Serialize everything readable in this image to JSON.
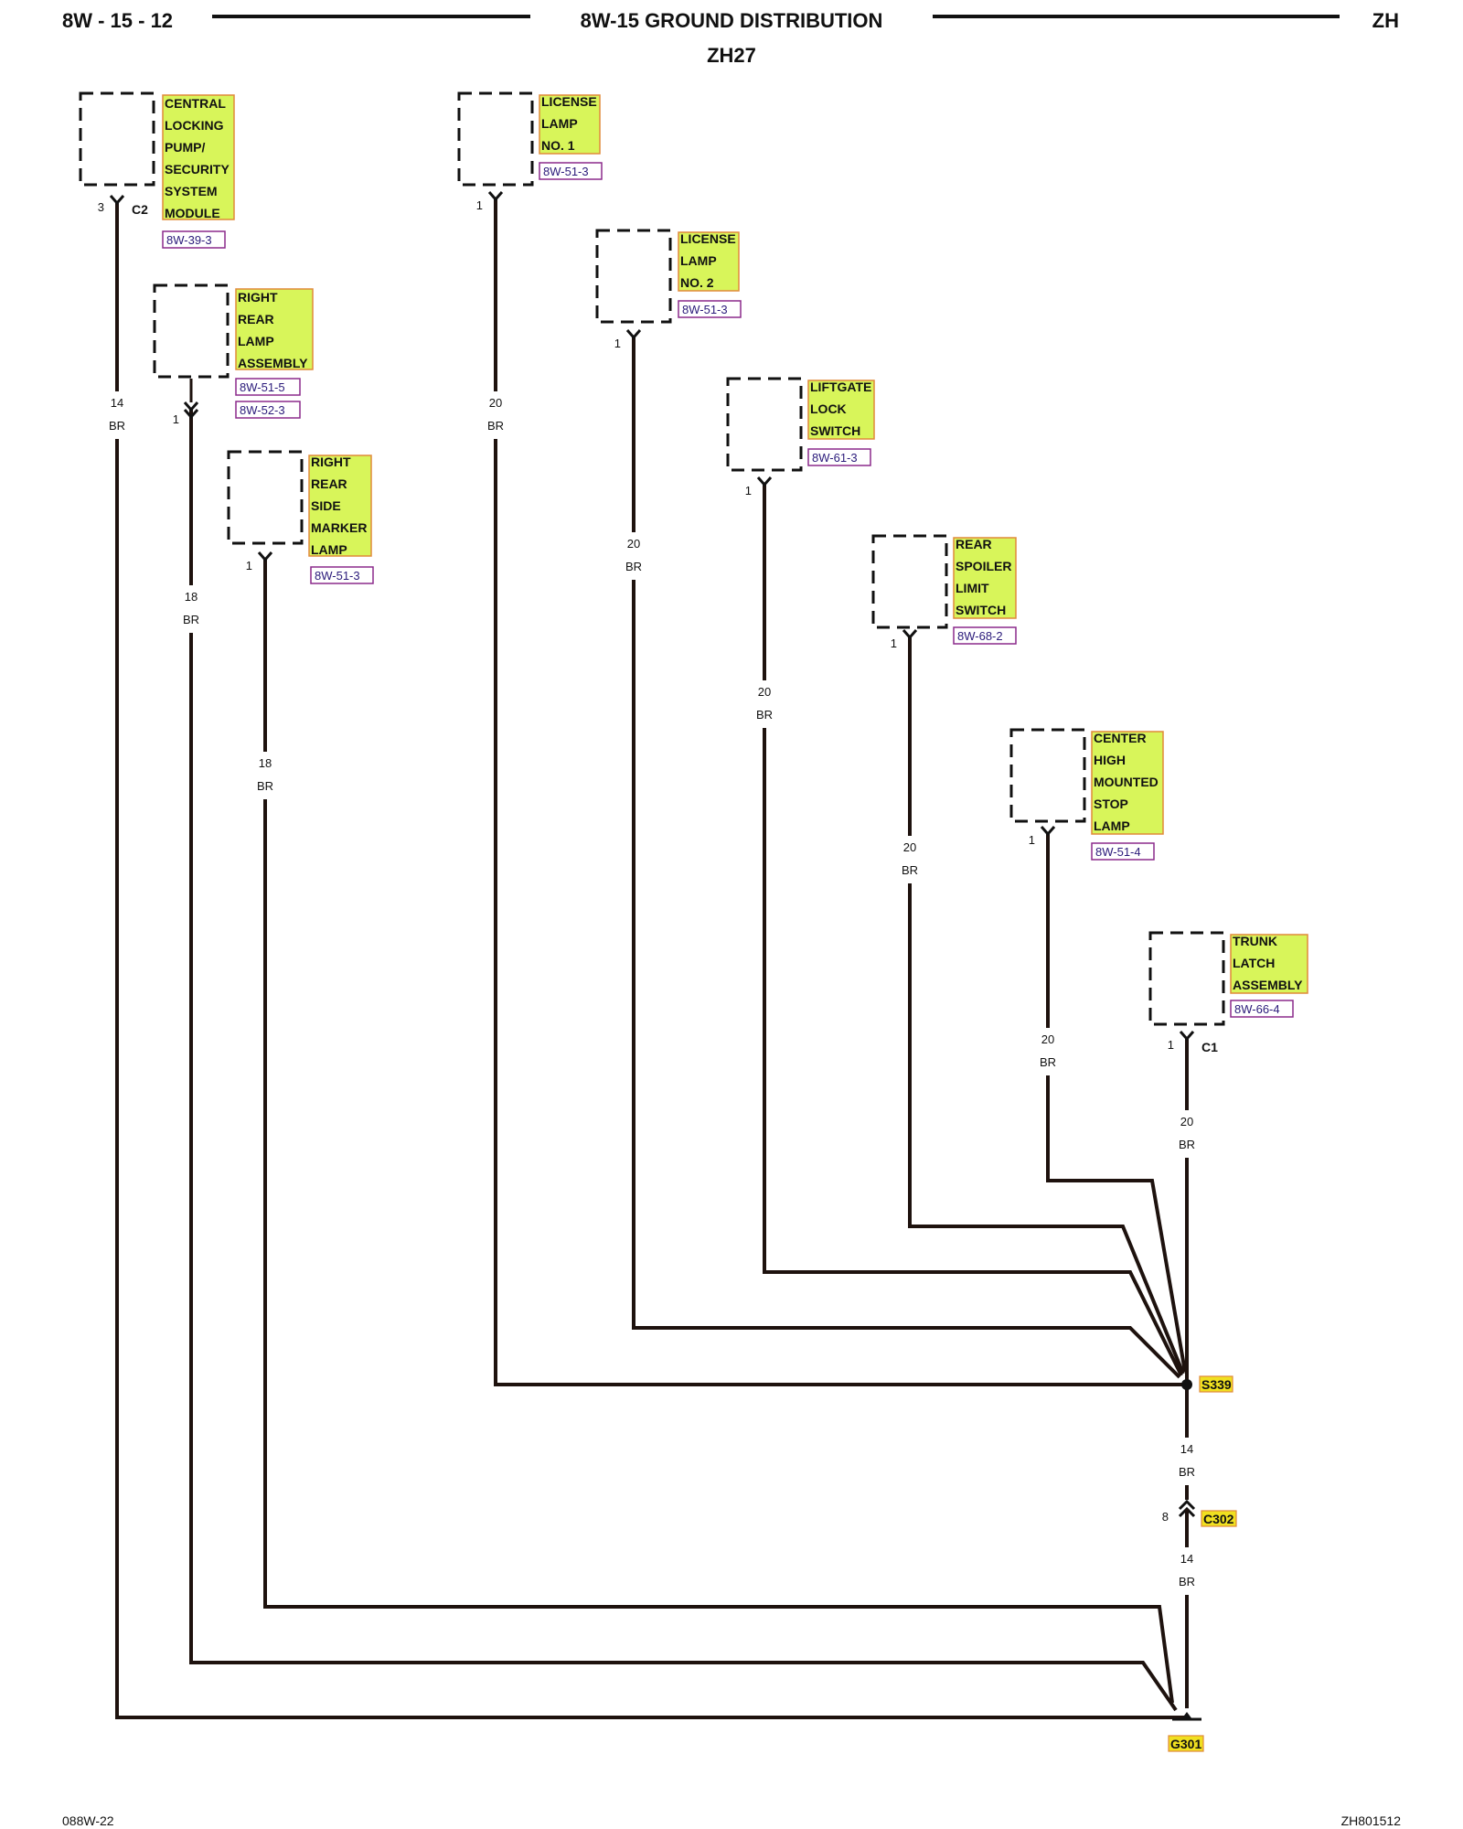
{
  "header": {
    "page_number": "8W - 15 - 12",
    "title": "8W-15 GROUND DISTRIBUTION",
    "code": "ZH",
    "subtitle": "ZH27"
  },
  "components": [
    {
      "name": "CENTRAL LOCKING PUMP/ SECURITY SYSTEM MODULE",
      "lines": [
        "CENTRAL",
        "LOCKING",
        "PUMP/",
        "SECURITY",
        "SYSTEM",
        "MODULE"
      ],
      "refs": [
        "8W-39-3"
      ],
      "pin": "3",
      "connector": "C2",
      "wire_gauge": "14",
      "wire_color": "BR"
    },
    {
      "name": "RIGHT REAR LAMP ASSEMBLY",
      "lines": [
        "RIGHT",
        "REAR",
        "LAMP",
        "ASSEMBLY"
      ],
      "refs": [
        "8W-51-5",
        "8W-52-3"
      ],
      "pin": "1",
      "connector": "",
      "wire_gauge": "18",
      "wire_color": "BR"
    },
    {
      "name": "RIGHT REAR SIDE MARKER LAMP",
      "lines": [
        "RIGHT",
        "REAR",
        "SIDE",
        "MARKER",
        "LAMP"
      ],
      "refs": [
        "8W-51-3"
      ],
      "pin": "1",
      "connector": "",
      "wire_gauge": "18",
      "wire_color": "BR"
    },
    {
      "name": "LICENSE LAMP NO. 1",
      "lines": [
        "LICENSE",
        "LAMP",
        "NO. 1"
      ],
      "refs": [
        "8W-51-3"
      ],
      "pin": "1",
      "connector": "",
      "wire_gauge": "20",
      "wire_color": "BR"
    },
    {
      "name": "LICENSE LAMP NO. 2",
      "lines": [
        "LICENSE",
        "LAMP",
        "NO. 2"
      ],
      "refs": [
        "8W-51-3"
      ],
      "pin": "1",
      "connector": "",
      "wire_gauge": "20",
      "wire_color": "BR"
    },
    {
      "name": "LIFTGATE LOCK SWITCH",
      "lines": [
        "LIFTGATE",
        "LOCK",
        "SWITCH"
      ],
      "refs": [
        "8W-61-3"
      ],
      "pin": "1",
      "connector": "",
      "wire_gauge": "20",
      "wire_color": "BR"
    },
    {
      "name": "REAR SPOILER LIMIT SWITCH",
      "lines": [
        "REAR",
        "SPOILER",
        "LIMIT",
        "SWITCH"
      ],
      "refs": [
        "8W-68-2"
      ],
      "pin": "1",
      "connector": "",
      "wire_gauge": "20",
      "wire_color": "BR"
    },
    {
      "name": "CENTER HIGH MOUNTED STOP LAMP",
      "lines": [
        "CENTER",
        "HIGH",
        "MOUNTED",
        "STOP",
        "LAMP"
      ],
      "refs": [
        "8W-51-4"
      ],
      "pin": "1",
      "connector": "",
      "wire_gauge": "20",
      "wire_color": "BR"
    },
    {
      "name": "TRUNK LATCH ASSEMBLY",
      "lines": [
        "TRUNK",
        "LATCH",
        "ASSEMBLY"
      ],
      "refs": [
        "8W-66-4"
      ],
      "pin": "1",
      "connector": "C1",
      "wire_gauge": "20",
      "wire_color": "BR"
    }
  ],
  "splice": {
    "id": "S339"
  },
  "inline_connector": {
    "id": "C302",
    "pin": "8"
  },
  "trunk_wire_upper": {
    "gauge": "14",
    "color": "BR"
  },
  "trunk_wire_lower": {
    "gauge": "14",
    "color": "BR"
  },
  "ground": {
    "id": "G301"
  },
  "footer": {
    "left": "088W-22",
    "right": "ZH801512"
  }
}
